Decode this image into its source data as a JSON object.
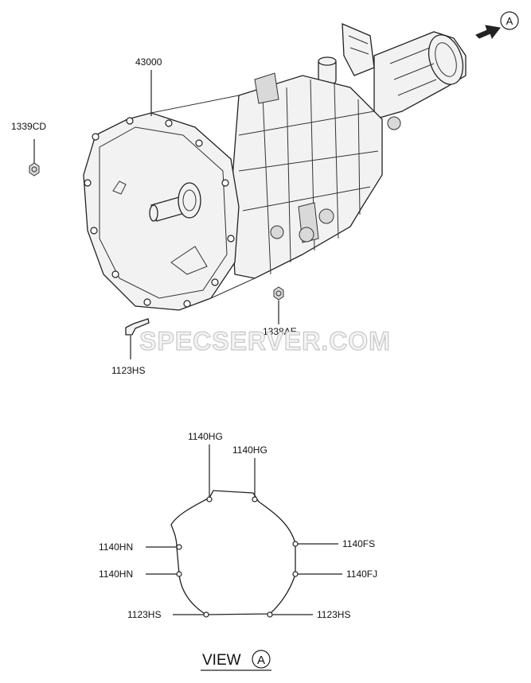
{
  "callouts": {
    "assembly": "43000",
    "nut_left": "1339CD",
    "nut_bottom": "1338AE",
    "bolt": "1123HS"
  },
  "view_marker": "A",
  "watermark": "SPECSERVER.COM",
  "view_a": {
    "title": "VIEW",
    "marker": "A",
    "labels": {
      "top_left": "1140HG",
      "top_right": "1140HG",
      "left_upper": "1140HN",
      "left_lower": "1140HN",
      "right_upper": "1140FS",
      "right_lower": "1140FJ",
      "bottom_left": "1123HS",
      "bottom_right": "1123HS"
    }
  }
}
